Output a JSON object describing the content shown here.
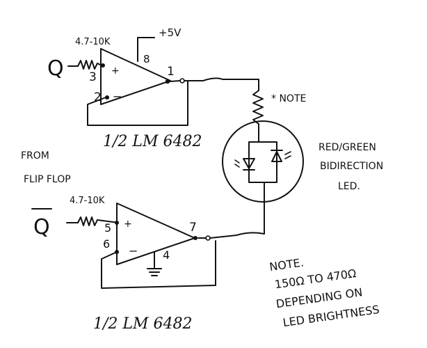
{
  "top_amp": {
    "resistor_label": "4.7-10K",
    "input_label": "Q",
    "supply_label": "+5V",
    "pin_plus": "3",
    "pin_minus": "2",
    "pin_supply": "8",
    "pin_out": "1",
    "plus_sign": "+",
    "minus_sign": "−",
    "chip_label": "1/2 LM 6482"
  },
  "bottom_amp": {
    "resistor_label": "4.7-10K",
    "input_label": "Q",
    "pin_plus": "5",
    "pin_minus": "6",
    "pin_ground": "4",
    "pin_out": "7",
    "plus_sign": "+",
    "minus_sign": "−",
    "chip_label": "1/2 LM 6482"
  },
  "from_label_line1": "FROM",
  "from_label_line2": "FLIP FLOP",
  "resistor_note_marker": "* NOTE",
  "led_label_line1": "RED/GREEN",
  "led_label_line2": "BIDIRECTION",
  "led_label_line3": "LED.",
  "note": {
    "line1": "NOTE.",
    "line2": "150Ω TO 470Ω",
    "line3": "DEPENDING ON",
    "line4": "LED BRIGHTNESS"
  }
}
